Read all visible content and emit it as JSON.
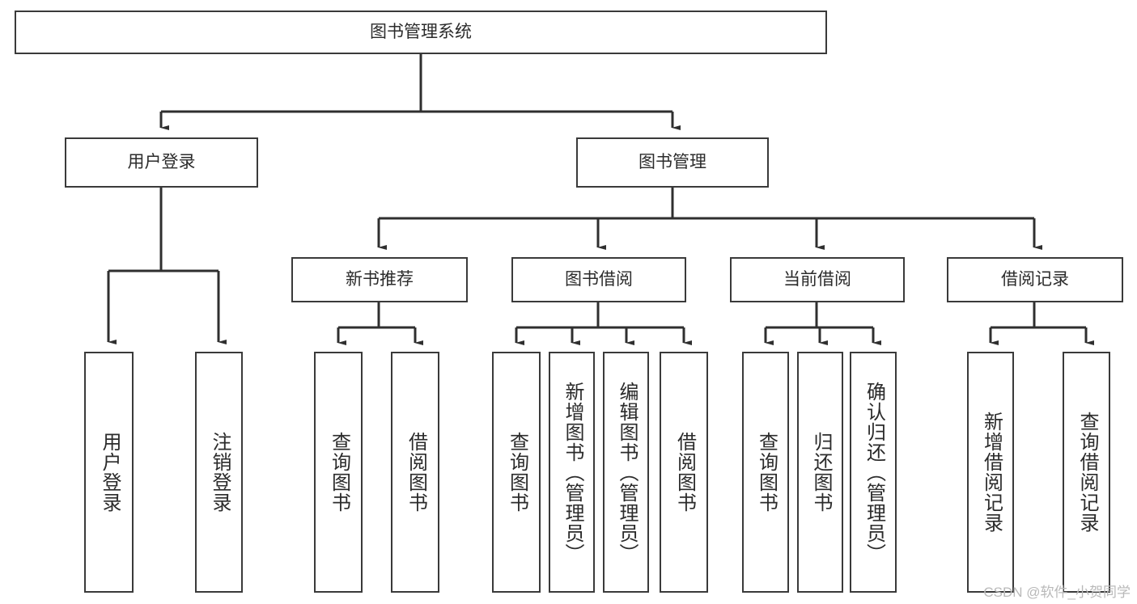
{
  "diagram": {
    "title": "图书管理系统",
    "watermark": "CSDN @软件_小贺同学",
    "colors": {
      "box_border": "#3a3a3a",
      "box_fill": "#ffffff",
      "connector": "#2f2f2f",
      "text": "#2b2b2b",
      "watermark": "#b9b9b9",
      "background": "#ffffff"
    },
    "root": {
      "label": "图书管理系统"
    },
    "level2": [
      {
        "label": "用户登录"
      },
      {
        "label": "图书管理"
      }
    ],
    "level3": [
      {
        "label": "新书推荐"
      },
      {
        "label": "图书借阅"
      },
      {
        "label": "当前借阅"
      },
      {
        "label": "借阅记录"
      }
    ],
    "leaves": {
      "user_login": [
        {
          "label": "用户登录"
        },
        {
          "label": "注销登录"
        }
      ],
      "new_book_recommend": [
        {
          "label": "查询图书"
        },
        {
          "label": "借阅图书"
        }
      ],
      "book_borrow": [
        {
          "label": "查询图书"
        },
        {
          "label": "新增图书（管理员）"
        },
        {
          "label": "编辑图书（管理员）"
        },
        {
          "label": "借阅图书"
        }
      ],
      "current_borrow": [
        {
          "label": "查询图书"
        },
        {
          "label": "归还图书"
        },
        {
          "label": "确认归还（管理员）"
        }
      ],
      "borrow_record": [
        {
          "label": "新增借阅记录"
        },
        {
          "label": "查询借阅记录"
        }
      ]
    }
  }
}
